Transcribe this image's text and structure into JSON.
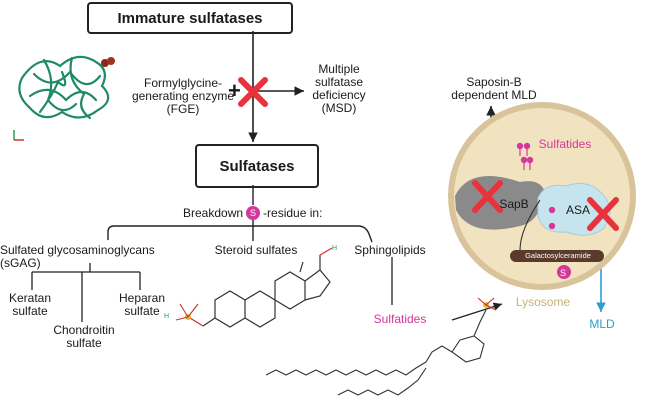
{
  "top_box": "Immature sulfatases",
  "fge_label": "Formylglycine-\ngenerating enzyme\n(FGE)",
  "msd_label": "Multiple\nsulfatase\ndeficiency\n(MSD)",
  "mid_box": "Sulfatases",
  "breakdown_prefix": "Breakdown",
  "breakdown_suffix": "-residue in:",
  "s_symbol": "S",
  "sgag_label": "Sulfated glycosaminoglycans\n(sGAG)",
  "keratan": "Keratan\nsulfate",
  "chondroitin": "Chondroitin\nsulfate",
  "heparan": "Heparan\nsulfate",
  "steroid_label": "Steroid sulfates",
  "sphingolipids_label": "Sphingolipids",
  "sulfatides_left": "Sulfatides",
  "saposin_label": "Saposin-B\ndependent MLD",
  "sulfatides_cell": "Sulfatides",
  "sapb_label": "SapB",
  "asa_label": "ASA",
  "galcer_label": "Galactosylceramide",
  "lysosome_label": "Lysosome",
  "mld_label": "MLD",
  "colors": {
    "red_x": "#e8323c",
    "pink": "#d4389a",
    "protein_green": "#1e8a66",
    "lysosome_fill": "#f1e3c0",
    "lysosome_ring": "#d8c39a",
    "sapb": "#8a8a8a",
    "asa": "#c6e4ee",
    "mld_blue": "#2b9ed0",
    "galcer_bg": "#5a3a2a"
  }
}
